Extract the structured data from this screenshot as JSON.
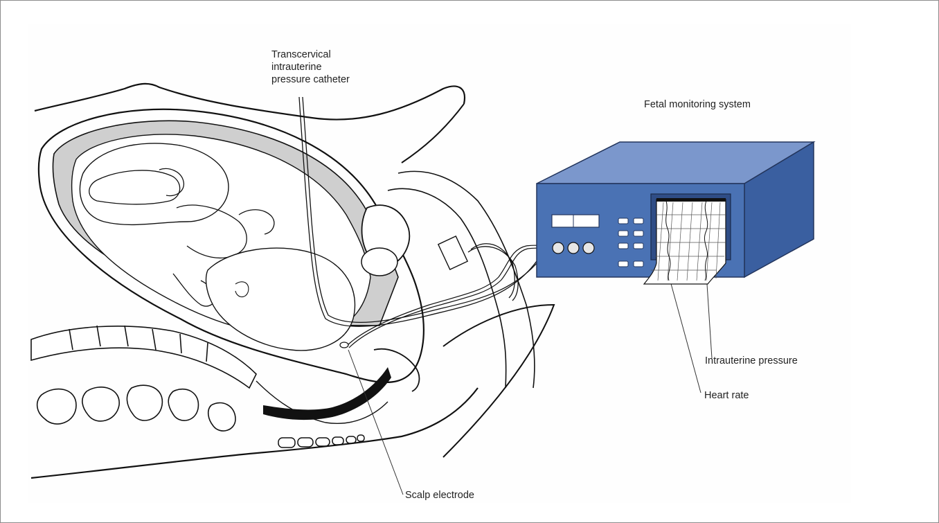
{
  "labels": {
    "catheter": [
      "Transcervical",
      "intrauterine",
      "pressure catheter"
    ],
    "system": "Fetal monitoring system",
    "intrauterine_pressure": "Intrauterine pressure",
    "heart_rate": "Heart rate",
    "scalp_electrode": "Scalp electrode"
  },
  "colors": {
    "device_front": "#4a72b4",
    "device_top": "#7b97cc",
    "device_side": "#3a5fa0",
    "amniotic_fluid": "#cfcfcf",
    "ink": "#111111"
  }
}
